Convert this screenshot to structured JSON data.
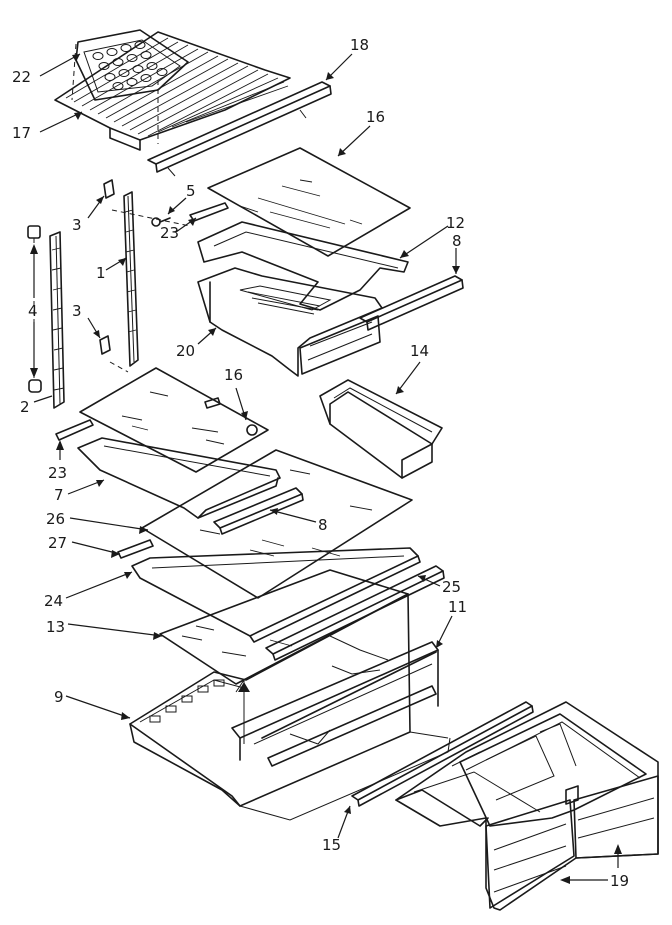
{
  "callouts": {
    "c1": "1",
    "c2": "2",
    "c3a": "3",
    "c3b": "3",
    "c4": "4",
    "c5": "5",
    "c7": "7",
    "c8a": "8",
    "c8b": "8",
    "c9": "9",
    "c11": "11",
    "c12": "12",
    "c13": "13",
    "c14": "14",
    "c15": "15",
    "c16a": "16",
    "c16b": "16",
    "c17": "17",
    "c18": "18",
    "c19": "19",
    "c20": "20",
    "c22": "22",
    "c23a": "23",
    "c23b": "23",
    "c24": "24",
    "c25": "25",
    "c26": "26",
    "c27": "27"
  }
}
